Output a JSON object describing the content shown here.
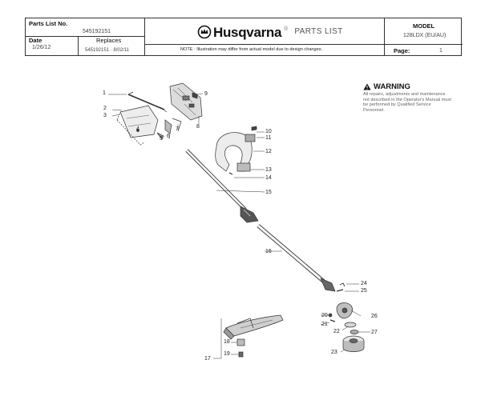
{
  "header": {
    "parts_list_no_label": "Parts List No.",
    "parts_list_no_value": "545192151",
    "date_label": "Date",
    "date_value": "1/26/12",
    "replaces_label": "Replaces",
    "replaces_value": "545192151 · 8/02/11",
    "brand": "Husqvarna",
    "registered_mark": "®",
    "doc_title": "PARTS LIST",
    "note": "NOTE : Illustration may differ from actual model due to design changes.",
    "model_label": "MODEL",
    "model_value": "128LDX  (EU/AU)",
    "page_label": "Page:",
    "page_value": "1"
  },
  "warning": {
    "title": "WARNING",
    "icon": "warning-triangle-icon",
    "text": "All repairs, adjustments and maintenance not described in the Operator's Manual must be performed by Qualified Service Personnel."
  },
  "callouts": [
    "1",
    "2",
    "3",
    "4",
    "5",
    "6",
    "7",
    "8",
    "9",
    "10",
    "11",
    "12",
    "13",
    "14",
    "15",
    "16",
    "17",
    "18",
    "19",
    "20",
    "21",
    "22",
    "23",
    "24",
    "25",
    "26",
    "27"
  ]
}
